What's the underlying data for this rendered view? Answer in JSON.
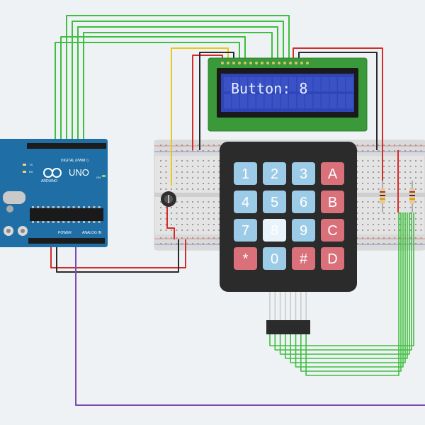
{
  "lcd": {
    "line1": "Button: 8",
    "line2": ""
  },
  "arduino": {
    "model": "UNO",
    "brand": "ARDUINO",
    "digital_label": "DIGITAL (PWM~)",
    "power_label": "POWER",
    "analog_label": "ANALOG IN",
    "on_label": "ON",
    "tx_label": "TX",
    "rx_label": "RX"
  },
  "keypad": {
    "keys": [
      [
        "1",
        "2",
        "3",
        "A"
      ],
      [
        "4",
        "5",
        "6",
        "B"
      ],
      [
        "7",
        "8",
        "9",
        "C"
      ],
      [
        "*",
        "0",
        "#",
        "D"
      ]
    ],
    "pressed_key": "8"
  },
  "colors": {
    "background": "#eef2f5",
    "wire_green": "#3fbf3f",
    "wire_red": "#d62b2b",
    "wire_black": "#2a2a2a",
    "wire_yellow": "#e8c81a",
    "wire_purple": "#7a4bb0",
    "arduino_blue": "#1f6fa6",
    "lcd_green": "#3a9a3a",
    "lcd_screen": "#2f45b8",
    "key_blue": "#9ccbe8",
    "key_red": "#d9707a",
    "keypad_body": "#2b2b2b"
  }
}
